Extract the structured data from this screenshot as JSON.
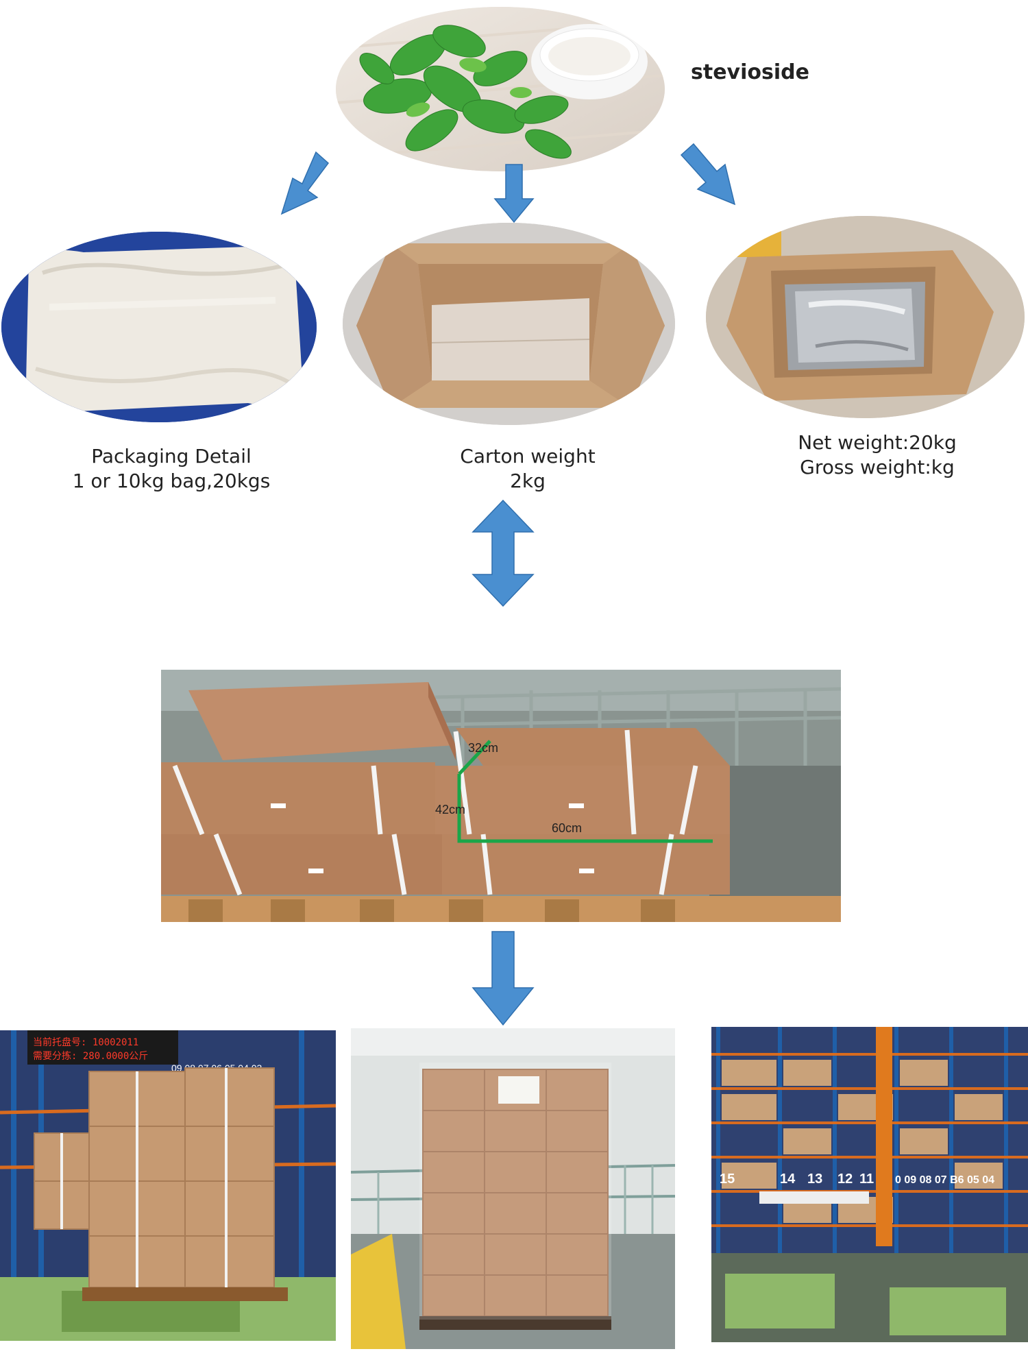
{
  "header": {
    "product_label": "stevioside"
  },
  "captions": {
    "packaging": {
      "line1": "Packaging Detail",
      "line2": "1 or 10kg bag,20kgs"
    },
    "carton": {
      "line1": "Carton weight",
      "line2": "2kg"
    },
    "weight": {
      "line1": "Net weight:20kg",
      "line2": "Gross weight:kg"
    }
  },
  "dimensions": {
    "depth": "32cm",
    "height": "42cm",
    "width": "60cm"
  },
  "warehouse": {
    "led_line1": "当前托盘号: 10002011",
    "led_line2": "需要分拣: 280.0000公斤",
    "rack_numbers_left": "09   08 07   06 05 04 03",
    "rack_15": "15",
    "rack_14": "14",
    "rack_13": "13",
    "rack_12": "12",
    "rack_11": "11",
    "rack_right": "0  09   08 07   B6 05 04"
  },
  "colors": {
    "arrow": "#4a8fd0",
    "arrow_edge": "#2f6fae",
    "carton": "#b98560",
    "carton_dark": "#a8724e",
    "strap_green": "#1aa64a",
    "rack_blue": "#1f5fa8",
    "rack_orange": "#d86b1f",
    "floor_green": "#8fb86a"
  },
  "icons": {
    "down_arrow": "down-arrow-icon",
    "double_arrow": "double-arrow-icon"
  }
}
